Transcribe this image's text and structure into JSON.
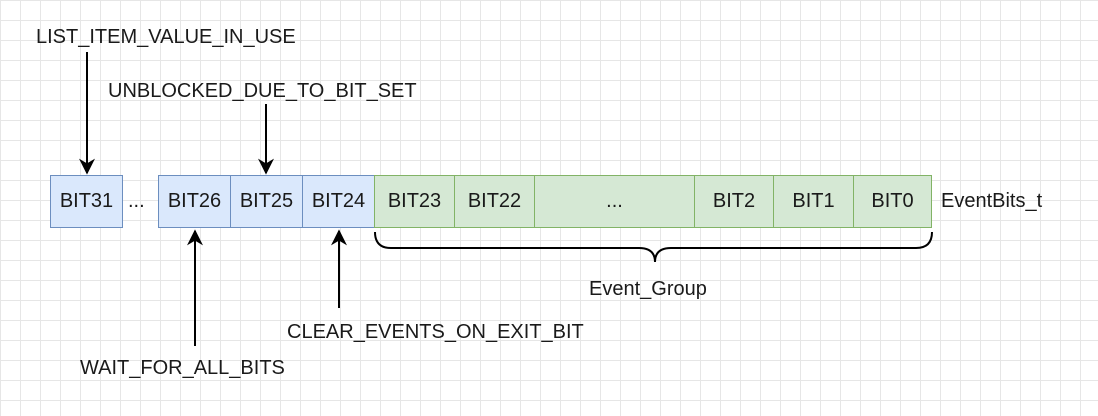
{
  "register": {
    "blue_cells": [
      "BIT31",
      "BIT26",
      "BIT25",
      "BIT24"
    ],
    "gap_ellipsis": "...",
    "green_cells": [
      "BIT23",
      "BIT22",
      "...",
      "BIT2",
      "BIT1",
      "BIT0"
    ],
    "type_label": "EventBits_t"
  },
  "brace_label": "Event_Group",
  "annotations": {
    "list_item_value_in_use": "LIST_ITEM_VALUE_IN_USE",
    "unblocked_due_to_bit_set": "UNBLOCKED_DUE_TO_BIT_SET",
    "wait_for_all_bits": "WAIT_FOR_ALL_BITS",
    "clear_events_on_exit_bit": "CLEAR_EVENTS_ON_EXIT_BIT"
  },
  "colors": {
    "control_bits_fill": "#dae8fc",
    "control_bits_stroke": "#6c8ebf",
    "event_bits_fill": "#d5e8d4",
    "event_bits_stroke": "#82b366"
  }
}
